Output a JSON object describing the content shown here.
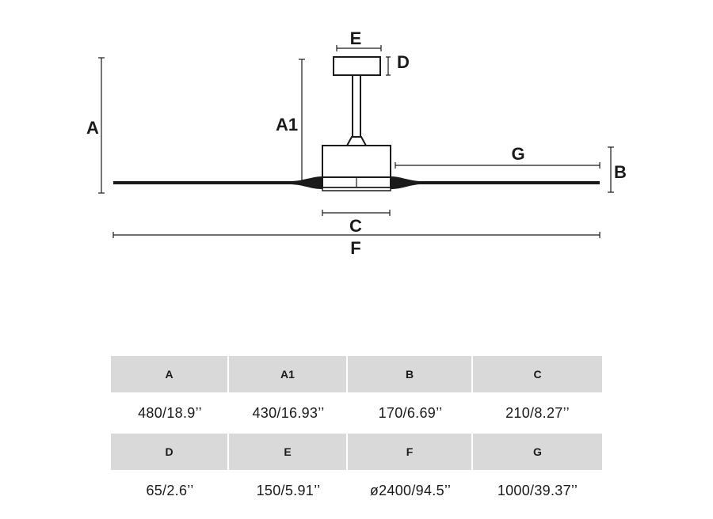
{
  "diagram": {
    "labels": {
      "A": "A",
      "A1": "A1",
      "B": "B",
      "C": "C",
      "D": "D",
      "E": "E",
      "F": "F",
      "G": "G"
    },
    "colors": {
      "ink": "#1a1a1a",
      "header_bg": "#d9d9d9"
    }
  },
  "table": {
    "rows": [
      {
        "headers": [
          "A",
          "A1",
          "B",
          "C"
        ],
        "values": [
          "480/18.9’’",
          "430/16.93’’",
          "170/6.69’’",
          "210/8.27’’"
        ]
      },
      {
        "headers": [
          "D",
          "E",
          "F",
          "G"
        ],
        "values": [
          "65/2.6’’",
          "150/5.91’’",
          "ø2400/94.5’’",
          "1000/39.37’’"
        ]
      }
    ]
  }
}
